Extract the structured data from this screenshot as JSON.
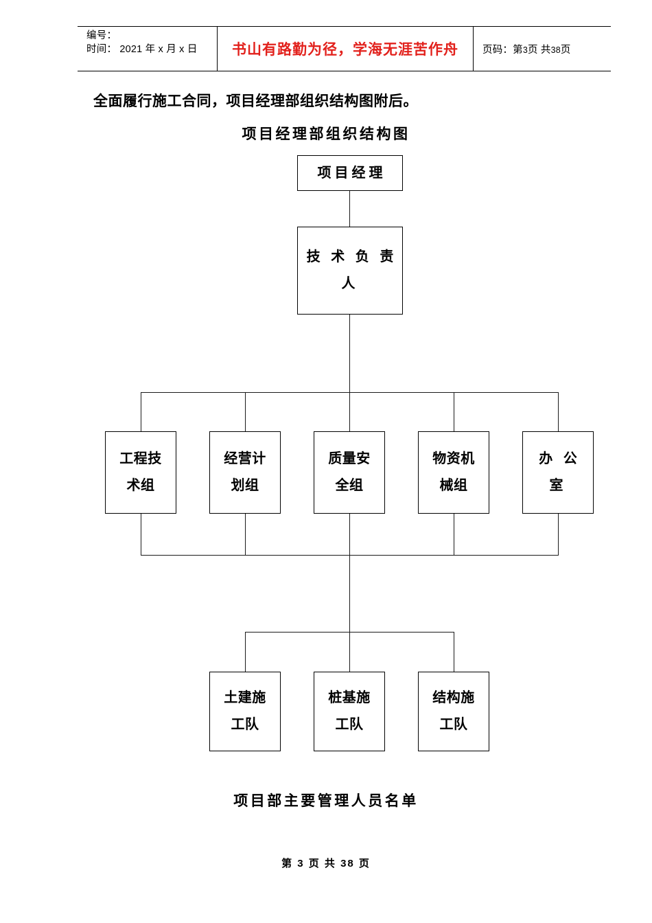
{
  "header": {
    "fields": {
      "number_label": "编号：",
      "time_label": "时间：",
      "time_value": "2021 年 x 月 x 日",
      "time_line": "时间： 2021 年 x 月 x 日"
    },
    "motto": "书山有路勤为径，学海无涯苦作舟",
    "motto_color": "#e2211c",
    "page_info": "页码：第 3 页  共 38 页",
    "page_prefix": "页码：第",
    "page_current": "3",
    "page_middle": "页  共",
    "page_total": "38",
    "page_suffix": "页"
  },
  "body": {
    "paragraph": "全面履行施工合同，项目经理部组织结构图附后。",
    "chart_title": "项目经理部组织结构图",
    "roster_title": "项目部主要管理人员名单"
  },
  "chart_data": {
    "type": "diagram",
    "title": "项目经理部组织结构图",
    "levels": [
      {
        "level": 1,
        "nodes": [
          {
            "id": "pm",
            "label": "项目经理",
            "style": "wide"
          }
        ]
      },
      {
        "level": 2,
        "nodes": [
          {
            "id": "tech-lead",
            "label": "技 术 负 责\n人",
            "style": "wide"
          }
        ]
      },
      {
        "level": 3,
        "nodes": [
          {
            "id": "eng-tech",
            "label": "工程技\n术组",
            "style": "two-line"
          },
          {
            "id": "biz-plan",
            "label": "经营计\n划组",
            "style": "two-line"
          },
          {
            "id": "qa-safety",
            "label": "质量安\n全组",
            "style": "two-line"
          },
          {
            "id": "materials",
            "label": "物资机\n械组",
            "style": "two-line"
          },
          {
            "id": "office",
            "label": "办  公\n室",
            "style": "wide"
          }
        ]
      },
      {
        "level": 4,
        "nodes": [
          {
            "id": "civil-team",
            "label": "土建施\n工队",
            "style": "two-line"
          },
          {
            "id": "pile-team",
            "label": "桩基施\n工队",
            "style": "two-line"
          },
          {
            "id": "structure-team",
            "label": "结构施\n工队",
            "style": "two-line"
          }
        ]
      }
    ],
    "edges": [
      {
        "from": "pm",
        "to": "tech-lead"
      },
      {
        "from": "tech-lead",
        "to": "eng-tech"
      },
      {
        "from": "tech-lead",
        "to": "biz-plan"
      },
      {
        "from": "tech-lead",
        "to": "qa-safety"
      },
      {
        "from": "tech-lead",
        "to": "materials"
      },
      {
        "from": "tech-lead",
        "to": "office"
      },
      {
        "from": "level3-bus",
        "to": "civil-team"
      },
      {
        "from": "level3-bus",
        "to": "pile-team"
      },
      {
        "from": "level3-bus",
        "to": "structure-team"
      }
    ]
  },
  "footer": {
    "page_text": "第 3 页 共 38 页"
  }
}
